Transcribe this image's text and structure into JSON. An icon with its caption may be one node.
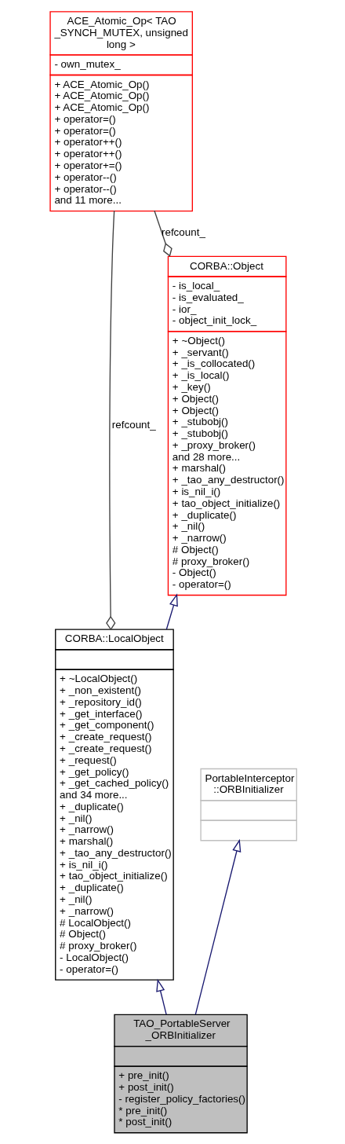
{
  "diagram": {
    "nodes": [
      {
        "text": [
          "ACE_Atomic_Op< TAO _SYNCH_MUTEX, unsigned long >",
          "- own_mutex_",
          "+ ACE_Atomic_Op()",
          "+ ACE_Atomic_Op()",
          "+ ACE_Atomic_Op()",
          "+ operator=()",
          "+ operator=()",
          "+ operator++()",
          "+ operator++()",
          "+ operator+=()",
          "+ operator--()",
          "+ operator--()",
          "and 11 more..."
        ]
      },
      {
        "text": [
          "CORBA::Object",
          "- is_local_",
          "- is_evaluated_",
          "- ior_",
          "- object_init_lock_",
          "+ ~Object()",
          "+ _servant()",
          "+ _is_collocated()",
          "+ _is_local()",
          "+ _key()",
          "+ Object()",
          "+ Object()",
          "+ _stubobj()",
          "+ _stubobj()",
          "+ _proxy_broker()",
          "and 28 more...",
          "+ marshal()",
          "+ _tao_any_destructor()",
          "+ is_nil_i()",
          "+ tao_object_initialize()",
          "+ _duplicate()",
          "+ _nil()",
          "+ _narrow()",
          "# Object()",
          "# proxy_broker()",
          "- Object()",
          "- operator=()"
        ]
      },
      {
        "text": [
          "CORBA::LocalObject",
          "+ ~LocalObject()",
          "+ _non_existent()",
          "+ _repository_id()",
          "+ _get_interface()",
          "+ _get_component()",
          "+ _create_request()",
          "+ _create_request()",
          "+ _request()",
          "+ _get_policy()",
          "+ _get_cached_policy()",
          "and 34 more...",
          "+ _duplicate()",
          "+ _nil()",
          "+ _narrow()",
          "+ marshal()",
          "+ _tao_any_destructor()",
          "+ is_nil_i()",
          "+ tao_object_initialize()",
          "+ _duplicate()",
          "+ _nil()",
          "+ _narrow()",
          "# LocalObject()",
          "# Object()",
          "# proxy_broker()",
          "- LocalObject()",
          "- operator=()"
        ]
      },
      {
        "text": [
          "PortableInterceptor ::ORBInitializer"
        ]
      },
      {
        "text": [
          "TAO_PortableServer _ORBInitializer",
          "+ pre_init()",
          "+ post_init()",
          "- register_policy_factories()",
          "* pre_init()",
          "* post_init()"
        ]
      }
    ],
    "edges": [
      {
        "from": 1,
        "to": 0,
        "arrow": "other",
        "label": "refcount_",
        "color": "#404040"
      },
      {
        "from": 2,
        "to": 0,
        "arrow": "other",
        "label": "refcount_",
        "color": "#404040"
      },
      {
        "from": 2,
        "to": 1,
        "arrow": "to",
        "color": "#191970"
      },
      {
        "from": 4,
        "to": 3,
        "arrow": "to",
        "color": "#191970"
      },
      {
        "from": 4,
        "to": 2,
        "arrow": "to",
        "color": "#191970"
      }
    ]
  }
}
